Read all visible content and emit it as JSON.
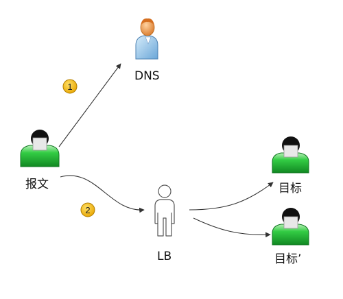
{
  "nodes": {
    "dns": {
      "label": "DNS"
    },
    "client": {
      "label": "报文"
    },
    "lb": {
      "label": "LB"
    },
    "target": {
      "label": "目标"
    },
    "target_b": {
      "label": "目标’"
    }
  },
  "steps": [
    {
      "number": "1"
    },
    {
      "number": "2"
    }
  ],
  "colors": {
    "person_green": "#22bb33",
    "person_green_light": "#a8eea8",
    "dns_blue": "#9cc8ee",
    "dns_skin": "#f0a050",
    "step_badge": "#f6b800",
    "arrow": "#333333"
  }
}
